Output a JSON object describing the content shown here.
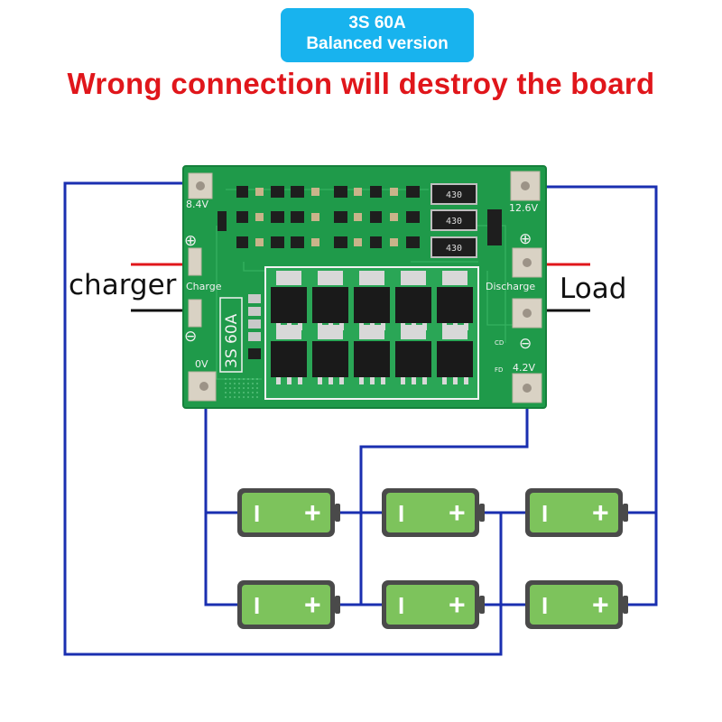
{
  "badge": {
    "line1": "3S 60A",
    "line2": "Balanced version"
  },
  "warning": "Wrong connection will destroy the board",
  "labels": {
    "charger": "charger",
    "load": "Load"
  },
  "board": {
    "left_pad_top": "8.4V",
    "left_pad_mid": "Charge",
    "left_pad_bottom": "0V",
    "right_pad_top": "12.6V",
    "right_pad_mid": "Discharge",
    "right_pad_bottom": "4.2V",
    "model": "3S 60A",
    "resistor_labels": [
      "430",
      "430",
      "430"
    ],
    "cd_label": "CD",
    "fd_label": "FD",
    "plus_symbol": "⊕",
    "minus_symbol": "⊖"
  },
  "battery": {
    "minus": "I",
    "plus": "+"
  },
  "colors": {
    "wire": "#1a2fb0",
    "pcb": "#1f9a4a",
    "battery": "#7dc35c",
    "positive_lead": "#e0161b",
    "negative_lead": "#111111",
    "badge": "#18b3ee",
    "warning": "#e0161b"
  }
}
